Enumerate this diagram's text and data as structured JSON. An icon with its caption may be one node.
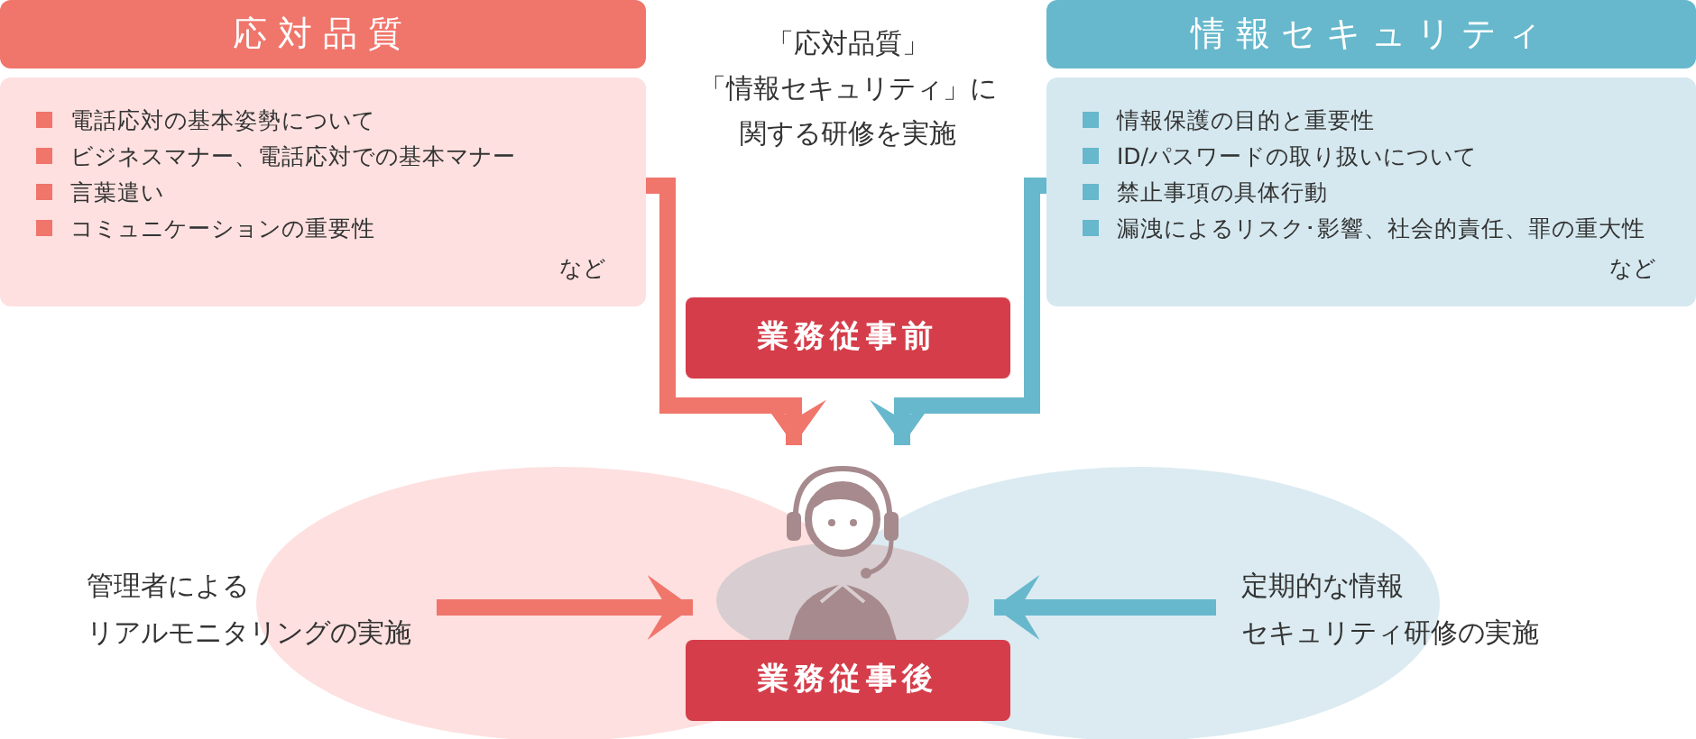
{
  "diagram": {
    "nodes": [
      {
        "text": [
          "応対品質",
          "電話応対の基本姿勢について",
          "ビジネスマナー、電話応対での基本マナー",
          "言葉遣い",
          "コミュニケーションの重要性",
          "など"
        ]
      },
      {
        "text": [
          "情報セキュリティ",
          "情報保護の目的と重要性",
          "ID/パスワードの取り扱いについて",
          "禁止事項の具体行動",
          "漏洩によるリスク･影響、社会的責任、罪の重大性",
          "など"
        ]
      },
      {
        "text": [
          "業務従事前"
        ]
      },
      {
        "text": [],
        "shape": "person"
      },
      {
        "text": [
          "業務従事後"
        ]
      },
      {
        "text": [
          "管理者によるリアルモニタリングの実施"
        ]
      },
      {
        "text": [
          "定期的な情報セキュリティ研修の実施"
        ]
      }
    ],
    "edges": [
      {
        "from": 0,
        "to": 3,
        "arrow": "to",
        "color": "#f0756b"
      },
      {
        "from": 1,
        "to": 3,
        "arrow": "to",
        "color": "#67b8cc"
      },
      {
        "from": 5,
        "to": 3,
        "arrow": "to",
        "color": "#f0756b"
      },
      {
        "from": 6,
        "to": 3,
        "arrow": "to",
        "color": "#67b8cc"
      }
    ],
    "labels": [
      "「応対品質」「情報セキュリティ」に関する研修を実施"
    ]
  }
}
